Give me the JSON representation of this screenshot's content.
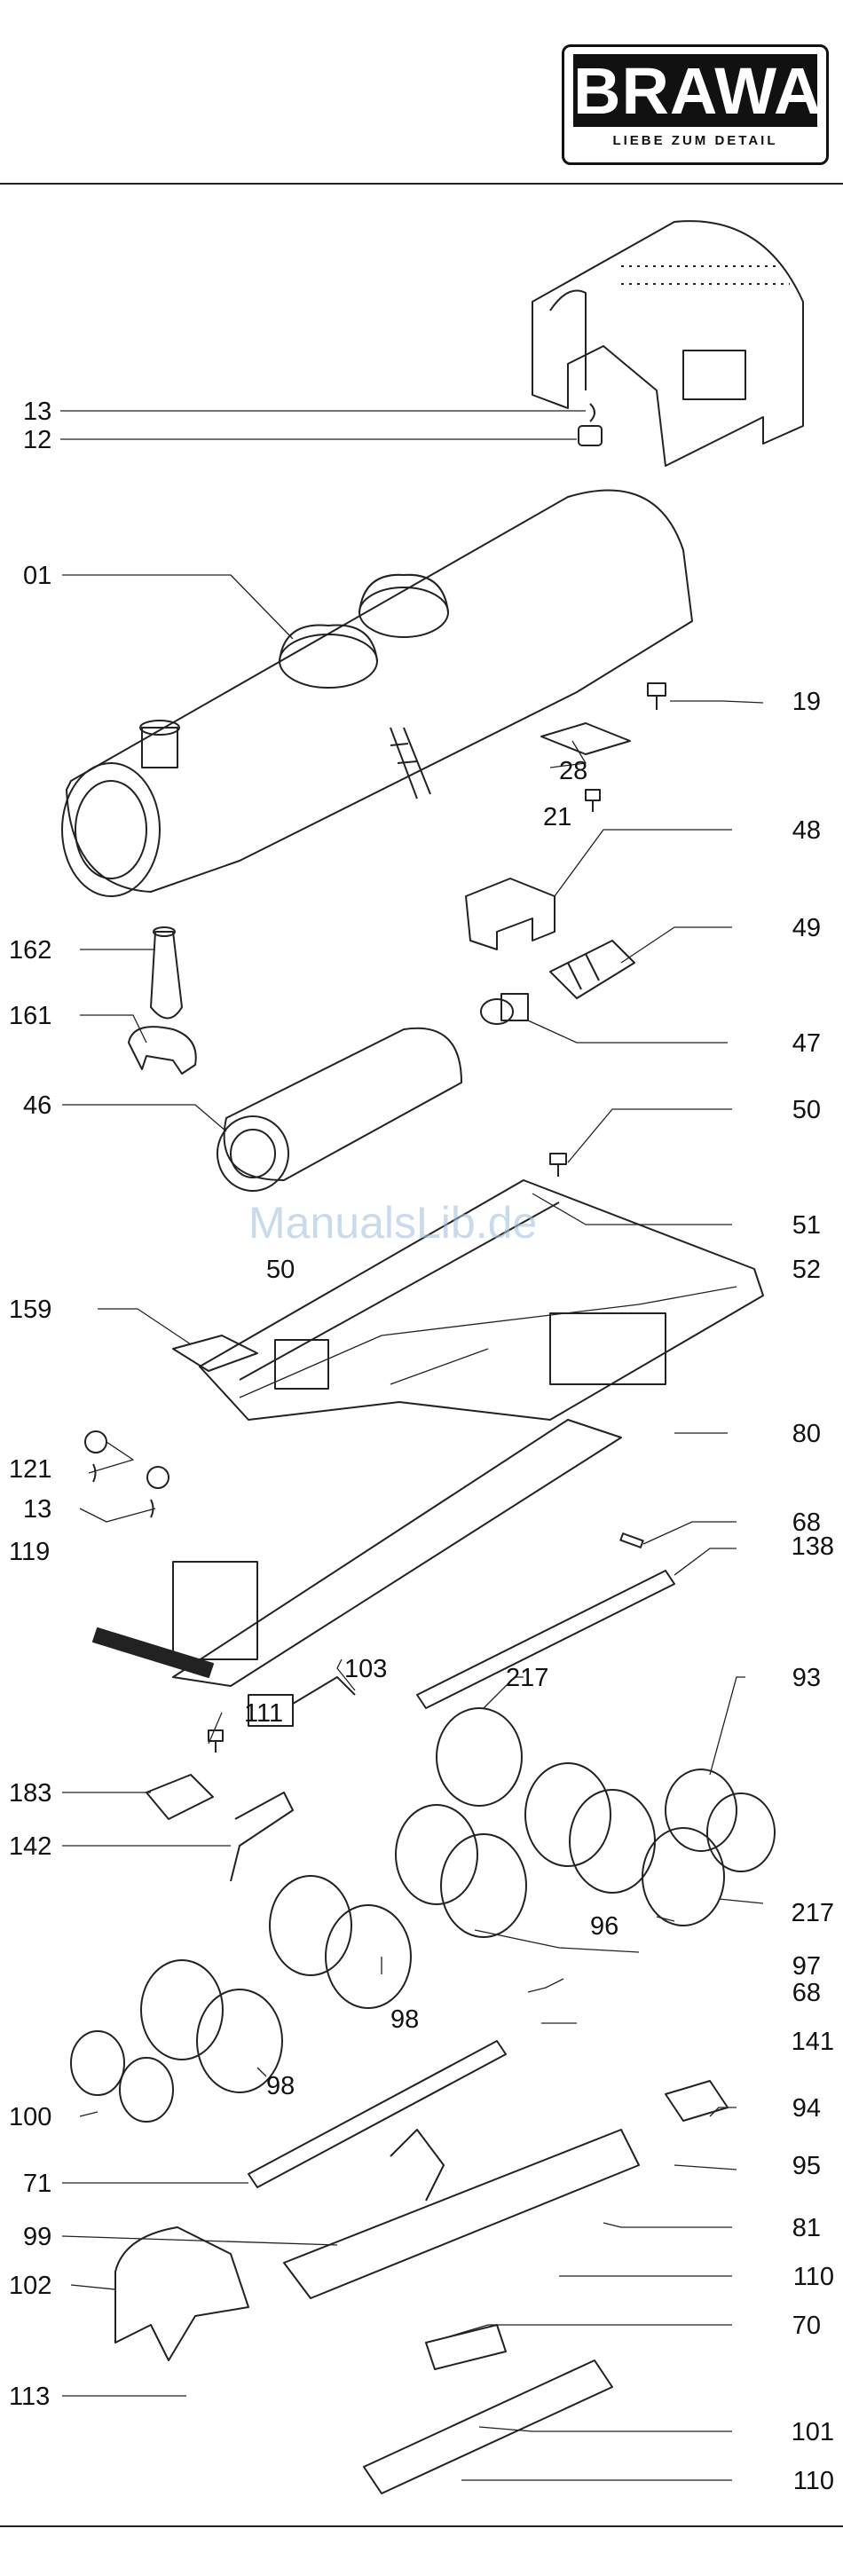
{
  "brand": {
    "name": "BRAWA",
    "tagline": "LIEBE ZUM DETAIL"
  },
  "watermark": "ManualsLib.de",
  "parts": [
    {
      "id": "p13a",
      "label": "13"
    },
    {
      "id": "p12",
      "label": "12"
    },
    {
      "id": "p01",
      "label": "01"
    },
    {
      "id": "p19",
      "label": "19"
    },
    {
      "id": "p28",
      "label": "28"
    },
    {
      "id": "p21",
      "label": "21"
    },
    {
      "id": "p48",
      "label": "48"
    },
    {
      "id": "p162",
      "label": "162"
    },
    {
      "id": "p49",
      "label": "49"
    },
    {
      "id": "p161",
      "label": "161"
    },
    {
      "id": "p47",
      "label": "47"
    },
    {
      "id": "p46",
      "label": "46"
    },
    {
      "id": "p50a",
      "label": "50"
    },
    {
      "id": "p51",
      "label": "51"
    },
    {
      "id": "p50b",
      "label": "50"
    },
    {
      "id": "p52",
      "label": "52"
    },
    {
      "id": "p159",
      "label": "159"
    },
    {
      "id": "p80",
      "label": "80"
    },
    {
      "id": "p121",
      "label": "121"
    },
    {
      "id": "p13b",
      "label": "13"
    },
    {
      "id": "p68a",
      "label": "68"
    },
    {
      "id": "p119",
      "label": "119"
    },
    {
      "id": "p138",
      "label": "138"
    },
    {
      "id": "p103",
      "label": "103"
    },
    {
      "id": "p217a",
      "label": "217"
    },
    {
      "id": "p93",
      "label": "93"
    },
    {
      "id": "p111",
      "label": "111"
    },
    {
      "id": "p183",
      "label": "183"
    },
    {
      "id": "p142",
      "label": "142"
    },
    {
      "id": "p96",
      "label": "96"
    },
    {
      "id": "p217b",
      "label": "217"
    },
    {
      "id": "p97",
      "label": "97"
    },
    {
      "id": "p98a",
      "label": "98"
    },
    {
      "id": "p68b",
      "label": "68"
    },
    {
      "id": "p141",
      "label": "141"
    },
    {
      "id": "p98b",
      "label": "98"
    },
    {
      "id": "p94",
      "label": "94"
    },
    {
      "id": "p100",
      "label": "100"
    },
    {
      "id": "p95",
      "label": "95"
    },
    {
      "id": "p71",
      "label": "71"
    },
    {
      "id": "p99",
      "label": "99"
    },
    {
      "id": "p81",
      "label": "81"
    },
    {
      "id": "p102",
      "label": "102"
    },
    {
      "id": "p110a",
      "label": "110"
    },
    {
      "id": "p70",
      "label": "70"
    },
    {
      "id": "p113",
      "label": "113"
    },
    {
      "id": "p101",
      "label": "101"
    },
    {
      "id": "p110b",
      "label": "110"
    }
  ]
}
